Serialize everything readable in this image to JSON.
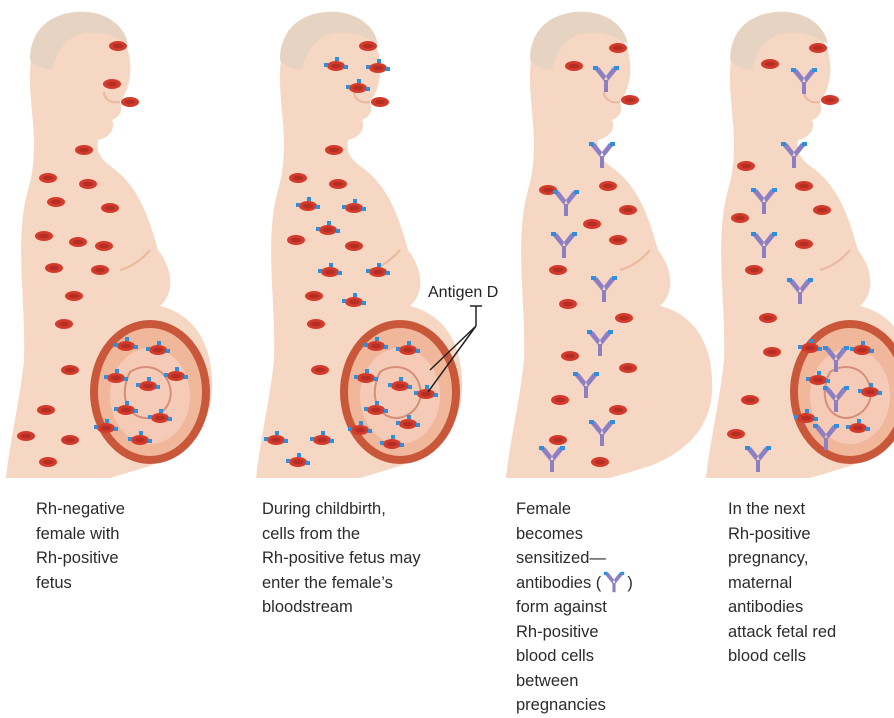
{
  "colors": {
    "skin": "#f6d7c3",
    "skin_shade": "#e9b89d",
    "hair": "#e7d3c2",
    "rbc": "#d23a2c",
    "rbc_dark": "#a62a1f",
    "antigen": "#2f8fdd",
    "antibody": "#8d7fc3",
    "uterus_wall": "#c9573a",
    "uterus_inner": "#f1b79a"
  },
  "callout": {
    "label": "Antigen D"
  },
  "captions": [
    {
      "lines": [
        "Rh-negative",
        "female with",
        "Rh-positive",
        "fetus"
      ]
    },
    {
      "lines": [
        "During childbirth,",
        "cells from the",
        "Rh-positive fetus may",
        "enter the female’s",
        "bloodstream"
      ]
    },
    {
      "lines": [
        "Female",
        "becomes",
        "sensitized—",
        "antibodies (",
        ")",
        "form against",
        "Rh-positive",
        "blood cells",
        "between",
        "pregnancies"
      ]
    },
    {
      "lines": [
        "In the next",
        "Rh-positive",
        "pregnancy,",
        "maternal",
        "antibodies",
        "attack fetal red",
        "blood cells"
      ]
    }
  ],
  "icons": {
    "antibody": "antibody-icon",
    "red_cell": "red-blood-cell-icon",
    "antigen": "antigen-d-icon"
  }
}
